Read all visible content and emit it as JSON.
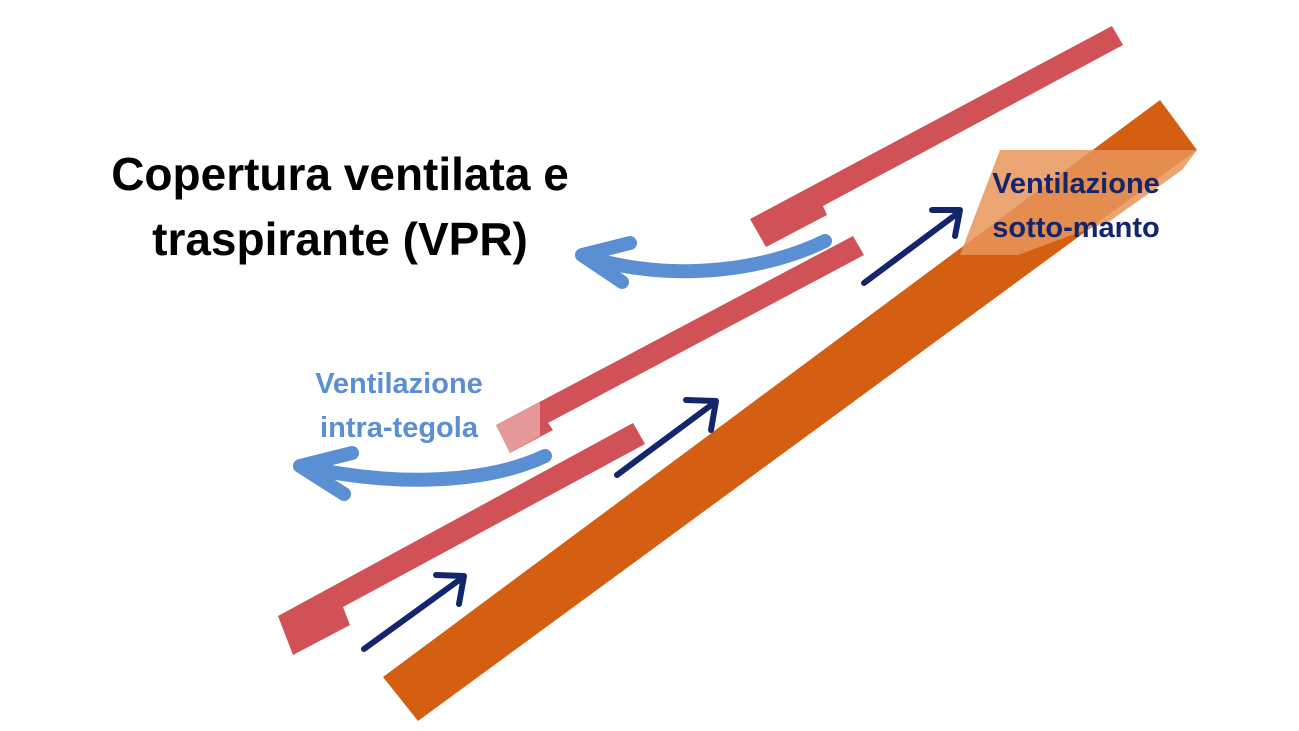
{
  "title": {
    "line1": "Copertura ventilata e",
    "line2": "traspirante (VPR)"
  },
  "labels": {
    "under_roof": {
      "line1": "Ventilazione",
      "line2": "sotto-manto"
    },
    "intra_tile": {
      "line1": "Ventilazione",
      "line2": "intra-tegola"
    }
  },
  "colors": {
    "tile": "#d05257",
    "deck": "#d45f12",
    "under_roof_arrow": "#13266b",
    "intra_tile_arrow": "#5b8fd3",
    "title": "#000000",
    "under_roof_label": "#13266b",
    "intra_tile_label": "#5b8fd3"
  }
}
